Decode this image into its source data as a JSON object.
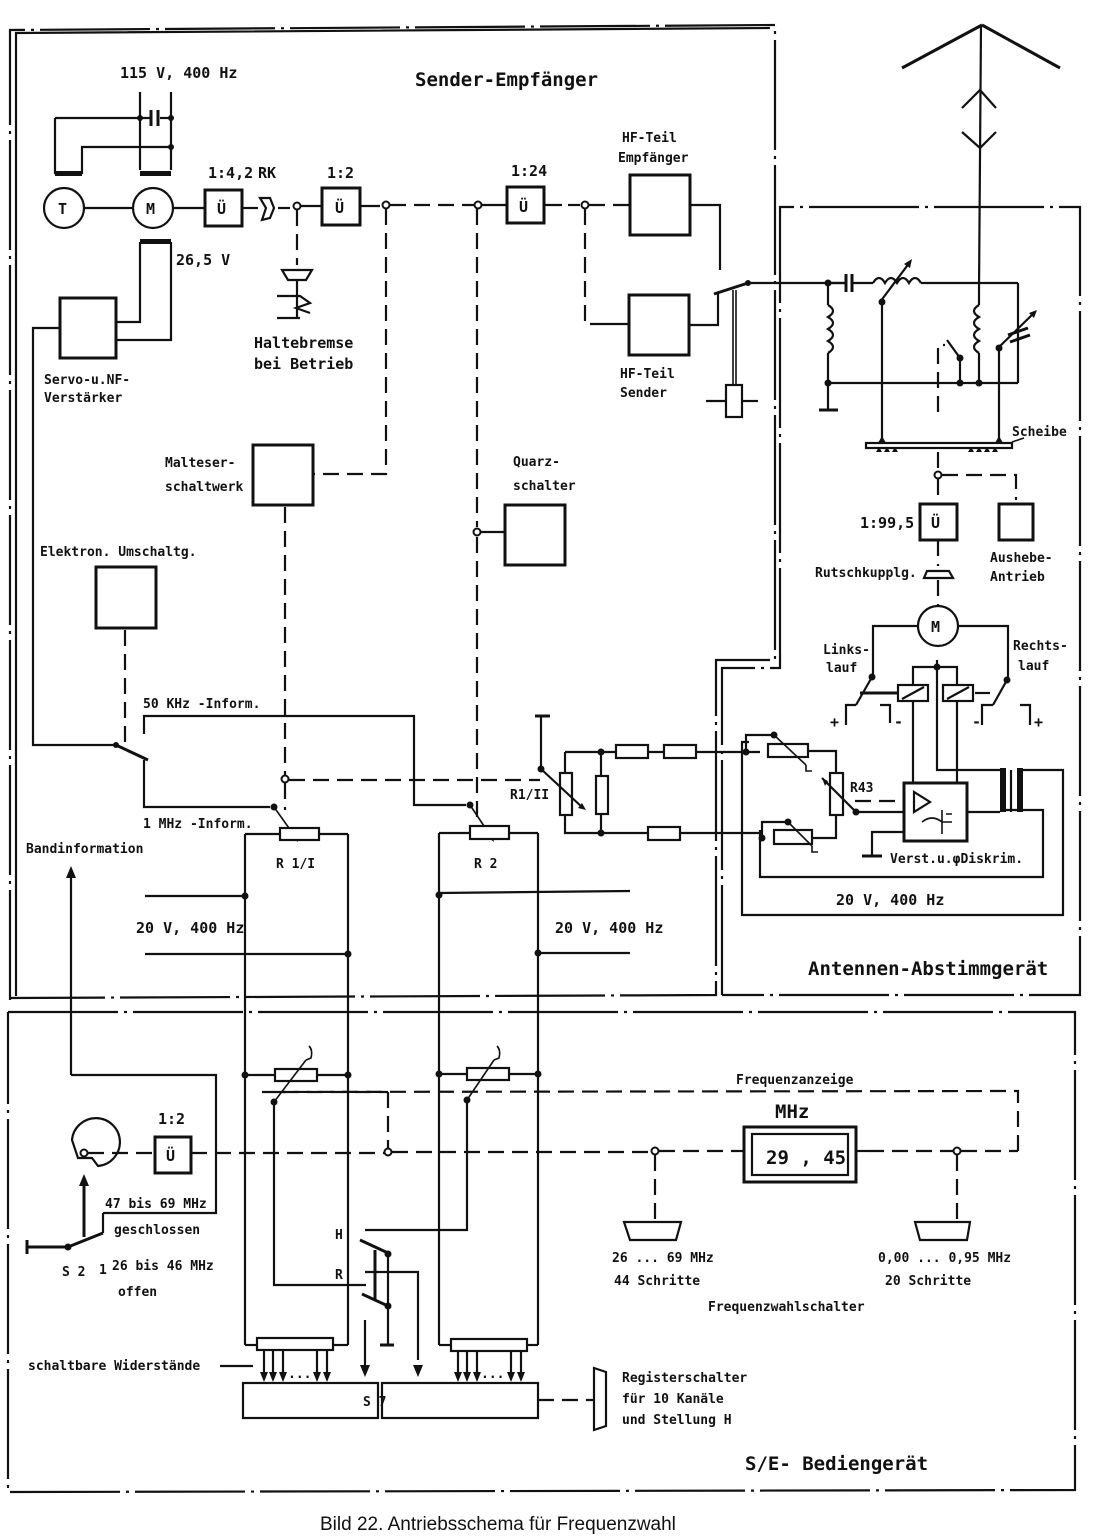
{
  "caption": "Bild 22.  Antriebsschema für Frequenzwahl",
  "sections": {
    "sender_empfaenger": "Sender-Empfänger",
    "antennen_abstimmgeraet": "Antennen-Abstimmgerät",
    "bediengeraet": "S/E- Bediengerät"
  },
  "sender": {
    "supply_115": "115 V, 400 Hz",
    "tacho": "T",
    "motor": "M",
    "voltage_265": "26,5 V",
    "ratio_1": "1:4,2",
    "rk": "RK",
    "ratio_2": "1:2",
    "ratio_3": "1:24",
    "gear_symbol": "Ü",
    "haltebremse_1": "Haltebremse",
    "haltebremse_2": "bei Betrieb",
    "servo_1": "Servo-u.NF-",
    "servo_2": "Verstärker",
    "hf_empf_1": "HF-Teil",
    "hf_empf_2": "Empfänger",
    "hf_send_1": "HF-Teil",
    "hf_send_2": "Sender",
    "malteser_1": "Malteser-",
    "malteser_2": "schaltwerk",
    "quarz_1": "Quarz-",
    "quarz_2": "schalter",
    "elektron": "Elektron. Umschaltg.",
    "inform_50k": "50 KHz -Inform.",
    "inform_1m": "1 MHz -Inform.",
    "bandinfo": "Bandinformation",
    "r1_i": "R 1/I",
    "r2": "R 2",
    "r1_ii": "R1/II",
    "supply_20_left": "20 V, 400 Hz",
    "supply_20_right": "20 V, 400 Hz"
  },
  "antenna": {
    "scheibe": "Scheibe",
    "ratio": "1:99,5",
    "gear_symbol": "Ü",
    "rutsch": "Rutschkupplg.",
    "aushebe_1": "Aushebe-",
    "aushebe_2": "Antrieb",
    "motor": "M",
    "links_1": "Links-",
    "links_2": "lauf",
    "rechts_1": "Rechts-",
    "rechts_2": "lauf",
    "plus": "+",
    "minus": "-",
    "r43": "R43",
    "verst": "Verst.u.φDiskrim.",
    "supply": "20 V, 400 Hz"
  },
  "bedien": {
    "ratio": "1:2",
    "gear_symbol": "Ü",
    "band_hi_1": "47 bis 69 MHz",
    "band_hi_2": "geschlossen",
    "band_lo_1": "26 bis 46 MHz",
    "band_lo_2": "offen",
    "s2": "S 2",
    "s2_mark": "1",
    "h": "H",
    "r": "R",
    "frequenzanzeige": "Frequenzanzeige",
    "mhz": "MHz",
    "display_value": "29 , 45",
    "left_range": "26 ... 69 MHz",
    "left_steps": "44  Schritte",
    "right_range": "0,00 ... 0,95 MHz",
    "right_steps": "20   Schritte",
    "frequenzwahl": "Frequenzwahlschalter",
    "widerstaende": "schaltbare Widerstände",
    "s7": "S 7",
    "ellipsis": "...",
    "register_1": "Registerschalter",
    "register_2": "für 10 Kanäle",
    "register_3": "und Stellung H"
  }
}
